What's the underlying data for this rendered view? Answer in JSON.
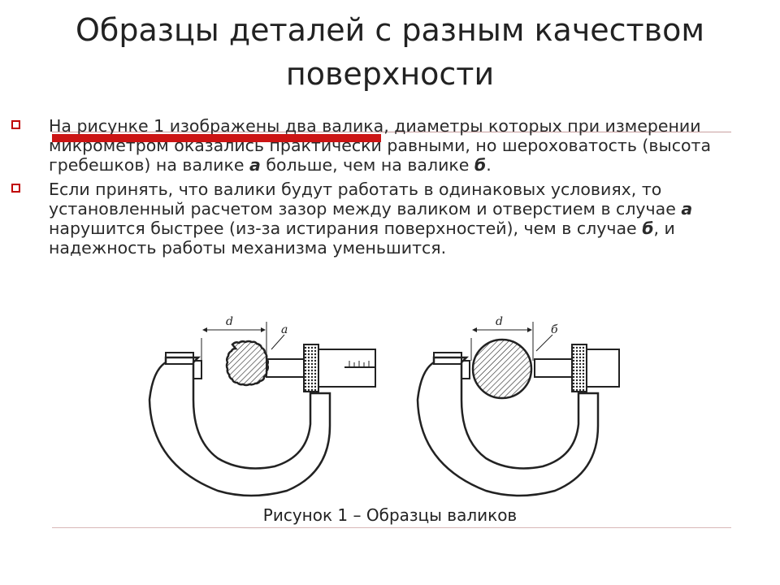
{
  "slide": {
    "title_line1": "Образцы деталей с разным качеством",
    "title_line2": "поверхности",
    "bullets": [
      {
        "parts": [
          "На рисунке 1 изображены два валика, диаметры которых при измерении микрометром оказались практически равными, но шероховатость (высота гребешков) на валике ",
          "а",
          " больше, чем на валике ",
          "б",
          "."
        ]
      },
      {
        "parts": [
          "Если принять, что валики будут работать в одинаковых условиях, то установленный расчетом зазор между валиком и отверстием в случае ",
          "а",
          " нарушится быстрее (из-за истирания поверхностей), чем в случае ",
          "б",
          ", и надежность работы механизма уменьшится."
        ]
      }
    ],
    "figure": {
      "left_label_d": "d",
      "left_label_shaft": "а",
      "right_label_d": "d",
      "right_label_shaft": "б"
    },
    "caption": "Рисунок 1 – Образцы валиков"
  },
  "colors": {
    "bullet": "#c00000",
    "marker": "#cc1414",
    "text": "#2a2a2a"
  }
}
